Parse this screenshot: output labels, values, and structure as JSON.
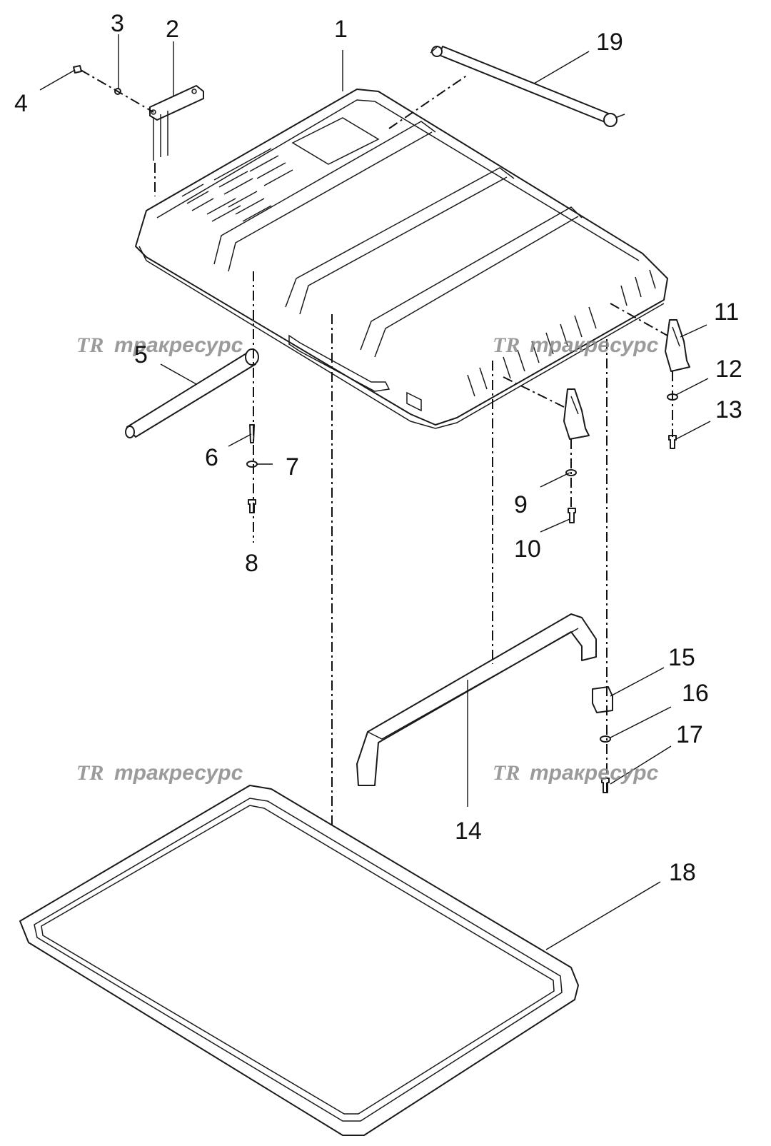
{
  "callouts": [
    {
      "id": "1",
      "label": "1"
    },
    {
      "id": "2",
      "label": "2"
    },
    {
      "id": "3",
      "label": "3"
    },
    {
      "id": "4",
      "label": "4"
    },
    {
      "id": "5",
      "label": "5"
    },
    {
      "id": "6",
      "label": "6"
    },
    {
      "id": "7",
      "label": "7"
    },
    {
      "id": "8",
      "label": "8"
    },
    {
      "id": "9",
      "label": "9"
    },
    {
      "id": "10",
      "label": "10"
    },
    {
      "id": "11",
      "label": "11"
    },
    {
      "id": "12",
      "label": "12"
    },
    {
      "id": "13",
      "label": "13"
    },
    {
      "id": "14",
      "label": "14"
    },
    {
      "id": "15",
      "label": "15"
    },
    {
      "id": "16",
      "label": "16"
    },
    {
      "id": "17",
      "label": "17"
    },
    {
      "id": "18",
      "label": "18"
    },
    {
      "id": "19",
      "label": "19"
    }
  ],
  "watermark": {
    "logo": "TR",
    "text": "тракресурс",
    "color": "#8a8a8a"
  }
}
